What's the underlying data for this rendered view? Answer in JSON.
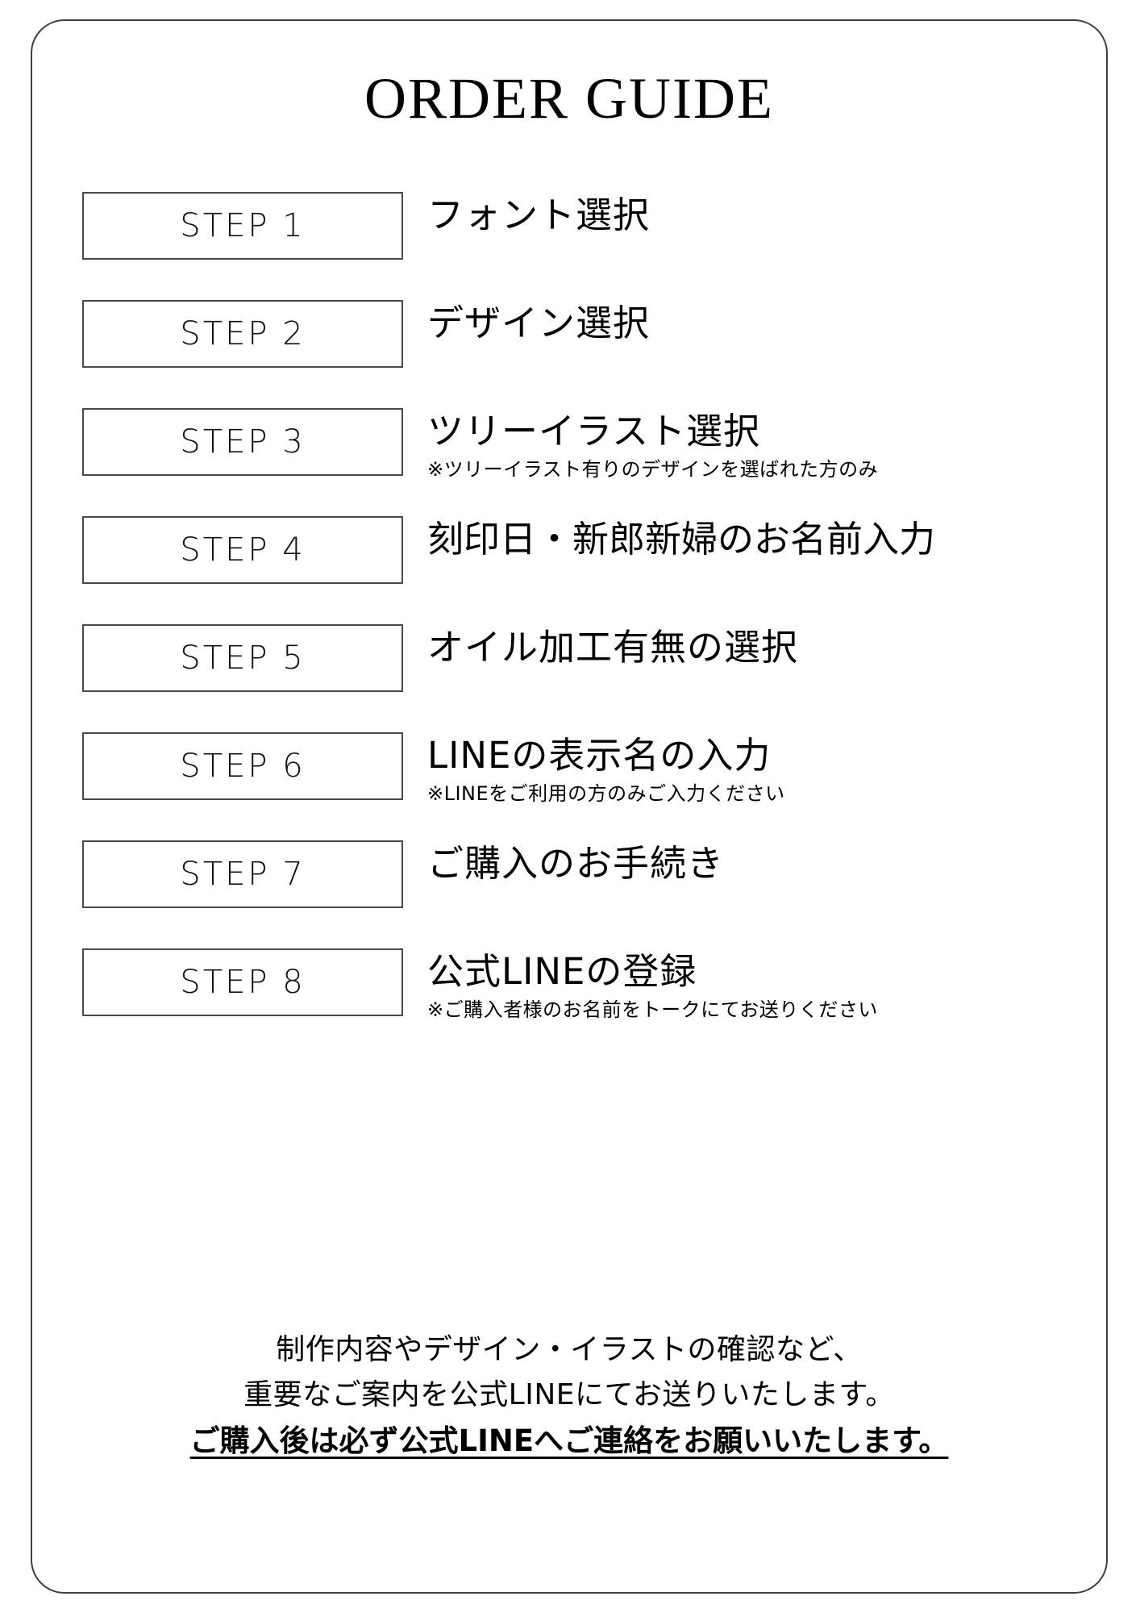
{
  "page": {
    "title": "ORDER GUIDE",
    "border_color": "#3f3f3f",
    "box_border_color": "#4a4a4a",
    "text_color": "#000000",
    "background": "#ffffff"
  },
  "steps": [
    {
      "box": "STEP 1",
      "label": "フォント選択",
      "note": ""
    },
    {
      "box": "STEP 2",
      "label": "デザイン選択",
      "note": ""
    },
    {
      "box": "STEP 3",
      "label": "ツリーイラスト選択",
      "note": "※ツリーイラスト有りのデザインを選ばれた方のみ"
    },
    {
      "box": "STEP 4",
      "label": "刻印日・新郎新婦のお名前入力",
      "note": ""
    },
    {
      "box": "STEP 5",
      "label": "オイル加工有無の選択",
      "note": ""
    },
    {
      "box": "STEP 6",
      "label": "LINEの表示名の入力",
      "note": "※LINEをご利用の方のみご入力ください"
    },
    {
      "box": "STEP 7",
      "label": "ご購入のお手続き",
      "note": ""
    },
    {
      "box": "STEP 8",
      "label": "公式LINEの登録",
      "note": "※ご購入者様のお名前をトークにてお送りください"
    }
  ],
  "footer": {
    "line1": "制作内容やデザイン・イラストの確認など、",
    "line2": "重要なご案内を公式LINEにてお送りいたします。",
    "line3": "ご購入後は必ず公式LINEへご連絡をお願いいたします。"
  }
}
